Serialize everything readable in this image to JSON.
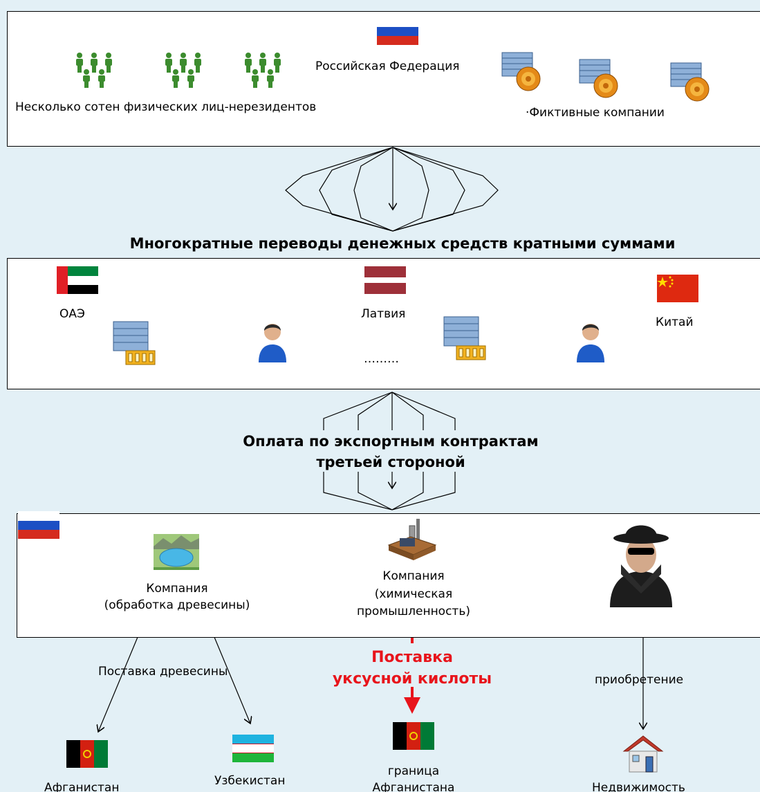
{
  "panel1": {
    "persons_label": "Несколько сотен физических лиц-нерезидентов",
    "country_label": "Российская Федерация",
    "shells_label": "·Фиктивные компании"
  },
  "transfers_label": "Многократные переводы денежных средств кратными суммами",
  "panel2": {
    "uae_label": "ОАЭ",
    "latvia_label": "Латвия",
    "dots_label": "………",
    "china_label": "Китай"
  },
  "payment_label": [
    "Оплата по экспортным контрактам",
    "третьей стороной"
  ],
  "panel3": {
    "wood_company": [
      "Компания",
      "(обработка древесины)"
    ],
    "chem_company": [
      "Компания",
      "(химическая",
      "промышленность)"
    ]
  },
  "wood_supply_label": "Поставка древесины",
  "acid_supply_label": [
    "Поставка",
    "уксусной кислоты"
  ],
  "acquisition_label": "приобретение",
  "destinations": {
    "afghanistan": "Афганистан",
    "uzbekistan": "Узбекистан",
    "afghan_border": [
      "граница",
      "Афганистана"
    ],
    "real_estate": "Недвижимость"
  },
  "colors": {
    "background": "#e3f0f6",
    "acid_arrow": "#e8141b",
    "person_icon": "#3c8c2e"
  },
  "icons": [
    "people-group-icon",
    "shell-company-icon",
    "bank-server-icon",
    "businessman-icon",
    "lake-icon",
    "factory-icon",
    "spy-icon",
    "house-icon",
    "russia-flag-icon",
    "uae-flag-icon",
    "latvia-flag-icon",
    "china-flag-icon",
    "afghanistan-flag-icon",
    "uzbekistan-flag-icon"
  ]
}
